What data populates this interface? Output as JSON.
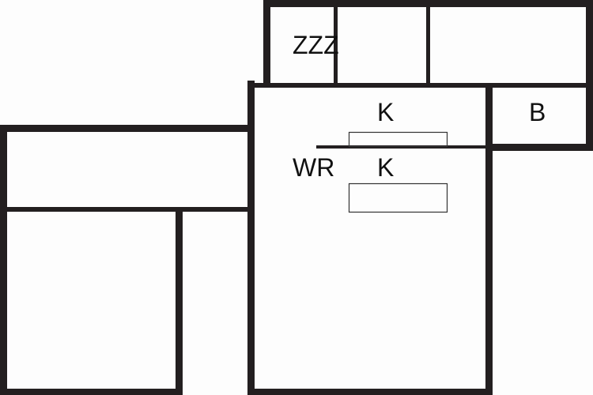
{
  "floorplan": {
    "labels": {
      "zzz": "ZZZ",
      "kitchen_top": "K",
      "bath": "B",
      "wr": "WR",
      "kitchen_bottom": "K"
    },
    "colors": {
      "wall": "#231f20",
      "background": "#fdfdfd"
    }
  }
}
